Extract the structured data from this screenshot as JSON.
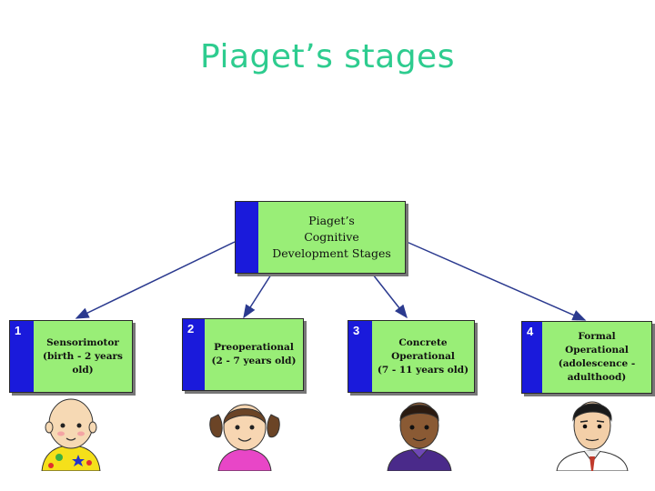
{
  "title": "Piaget’s stages",
  "root": {
    "label": "Piaget’s\nCognitive\nDevelopment Stages"
  },
  "stages": [
    {
      "number": "1",
      "label": "Sensorimotor\n(birth - 2 years\nold)"
    },
    {
      "number": "2",
      "label": "Preoperational\n(2 - 7 years old)"
    },
    {
      "number": "3",
      "label": "Concrete\nOperational\n(7 - 11 years old)"
    },
    {
      "number": "4",
      "label": "Formal Operational\n(adolescence -\nadulthood)"
    }
  ],
  "colors": {
    "title": "#2ecc8f",
    "box_fill": "#99ee77",
    "box_bar": "#1a1adb",
    "arrow": "#2b3a8f"
  },
  "icons": [
    "baby-icon",
    "girl-icon",
    "boy-icon",
    "man-icon"
  ]
}
